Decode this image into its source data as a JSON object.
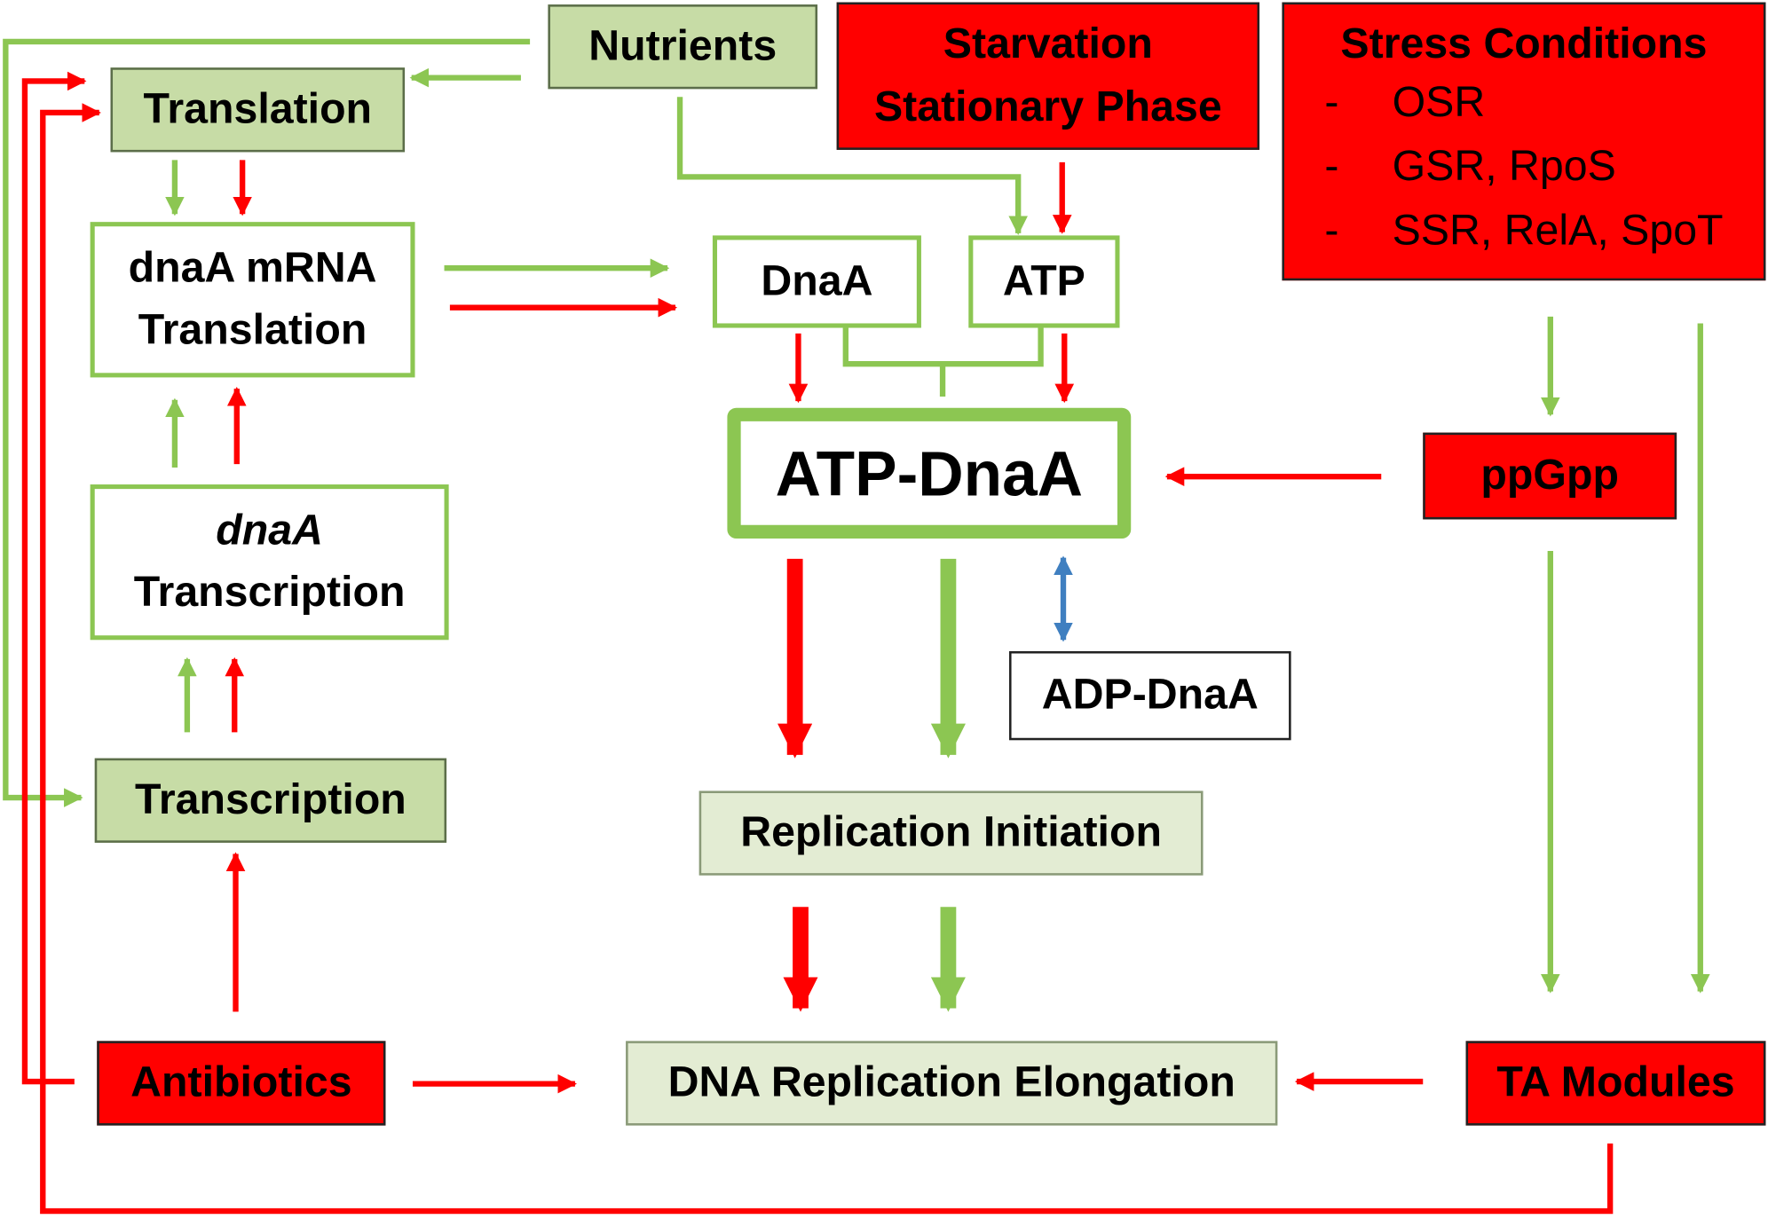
{
  "nodes": {
    "nutrients": {
      "label": "Nutrients"
    },
    "starvation": {
      "line1": "Starvation",
      "line2": "Stationary Phase"
    },
    "stress": {
      "title": "Stress Conditions",
      "items": [
        {
          "dash": "-",
          "text": "OSR"
        },
        {
          "dash": "-",
          "text": "GSR, RpoS"
        },
        {
          "dash": "-",
          "text": "SSR, RelA, SpoT"
        }
      ]
    },
    "translation": {
      "label": "Translation"
    },
    "dnaa_mrna": {
      "line1": "dnaA mRNA",
      "line2": "Translation"
    },
    "dnaa": {
      "label": "DnaA"
    },
    "atp": {
      "label": "ATP"
    },
    "atp_dnaa": {
      "label": "ATP-DnaA"
    },
    "ppgpp": {
      "label": "ppGpp"
    },
    "dnaa_transcription": {
      "line1": "dnaA",
      "line2": "Transcription"
    },
    "adp_dnaa": {
      "label": "ADP-DnaA"
    },
    "transcription": {
      "label": "Transcription"
    },
    "replication_initiation": {
      "label": "Replication Initiation"
    },
    "antibiotics": {
      "label": "Antibiotics"
    },
    "dna_replication_elongation": {
      "label": "DNA Replication Elongation"
    },
    "ta_modules": {
      "label": "TA Modules"
    }
  },
  "colors": {
    "green_arrow": "#8cc652",
    "red_arrow": "#ff0000",
    "blue_arrow": "#3f7fc0",
    "red_box": "#ff0000",
    "green_box": "#c7dca6",
    "light_green_box": "#e3ecd3"
  }
}
